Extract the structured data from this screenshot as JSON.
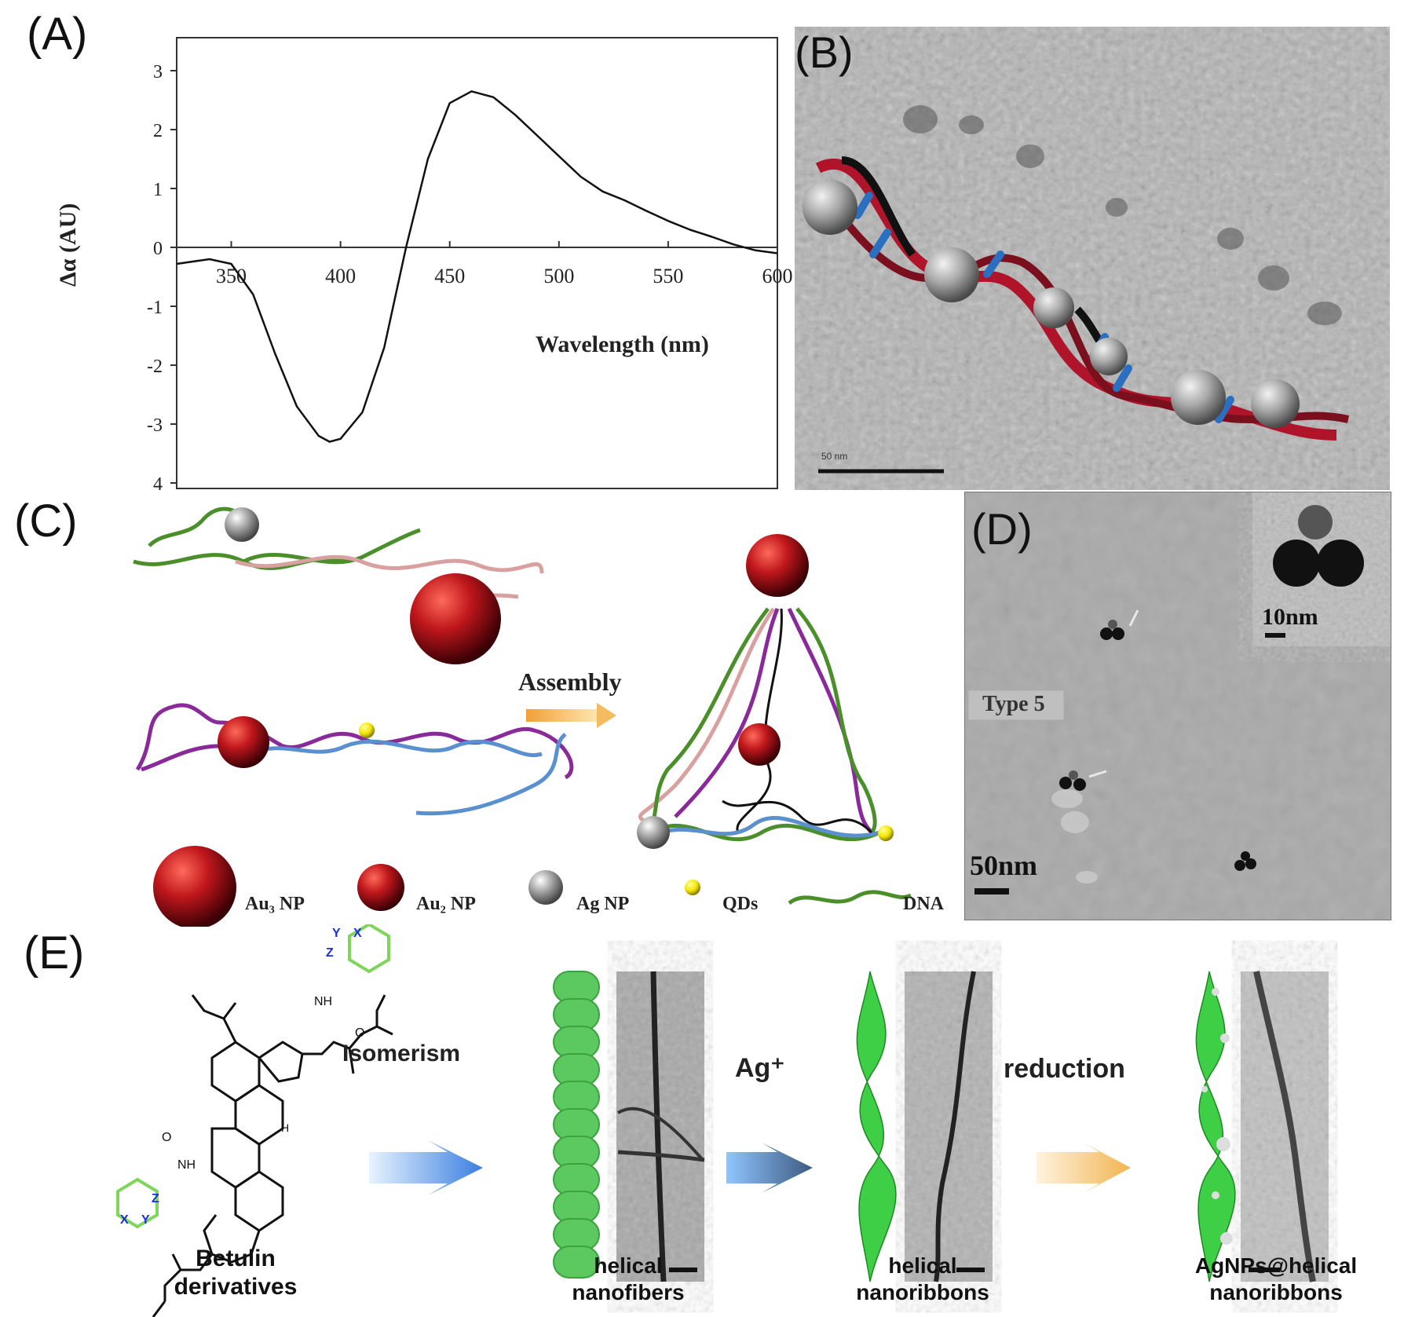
{
  "panels": {
    "a": "(A)",
    "b": "(B)",
    "c": "(C)",
    "d": "(D)",
    "e": "(E)"
  },
  "chart_data": {
    "type": "line",
    "title": "",
    "xlabel": "Wavelength (nm)",
    "ylabel": "Δα (AU)",
    "xlim": [
      325,
      600
    ],
    "ylim": [
      -4,
      3.5
    ],
    "xticks": [
      "350",
      "400",
      "450",
      "500",
      "550",
      "600"
    ],
    "yticks": [
      "3",
      "2",
      "1",
      "0",
      "-1",
      "-2",
      "-3",
      "4"
    ],
    "series": [
      {
        "x": [
          325,
          340,
          350,
          360,
          370,
          380,
          390,
          395,
          400,
          410,
          420,
          430,
          440,
          450,
          460,
          470,
          480,
          490,
          500,
          510,
          520,
          530,
          540,
          550,
          560,
          570,
          580,
          590,
          600
        ],
        "y": [
          -0.28,
          -0.2,
          -0.28,
          -0.8,
          -1.8,
          -2.7,
          -3.2,
          -3.3,
          -3.25,
          -2.8,
          -1.7,
          0.0,
          1.5,
          2.45,
          2.65,
          2.55,
          2.25,
          1.9,
          1.55,
          1.2,
          0.95,
          0.8,
          0.62,
          0.45,
          0.3,
          0.18,
          0.05,
          -0.05,
          -0.1
        ]
      }
    ]
  },
  "panel_b": {
    "scale_label": "50 nm"
  },
  "panel_c": {
    "assembly_label": "Assembly",
    "legend": [
      "Au₃ NP",
      "Au₂ NP",
      "Ag NP",
      "QDs",
      "DNA"
    ]
  },
  "panel_d": {
    "inset_scale": "10nm",
    "type_label": "Type 5",
    "scale": "50nm"
  },
  "panel_e": {
    "isomerism": "Isomerism",
    "ag": "Ag⁺",
    "reduction": "reduction",
    "betulin_1": "Betulin",
    "betulin_2": "derivatives",
    "nanofibers_1": "helical",
    "nanofibers_2": "nanofibers",
    "nanoribbons_1": "helical",
    "nanoribbons_2": "nanoribbons",
    "agnps_1": "AgNPs@helical",
    "agnps_2": "nanoribbons",
    "atoms": [
      "X",
      "Y",
      "Z",
      "NH",
      "O",
      "H"
    ]
  },
  "colors": {
    "red_np": "#c0171c",
    "silver_np": "#9a9a9a",
    "qd": "#f2e600",
    "dna_green": "#4a8f2a",
    "dna_pink": "#d9a0a0",
    "dna_purple": "#8a2a9a",
    "dna_blue": "#5a8fd0",
    "helix_green": "#43c84a",
    "arrow_orange": "#f2a033",
    "arrow_blue": "#3a7fe0"
  }
}
